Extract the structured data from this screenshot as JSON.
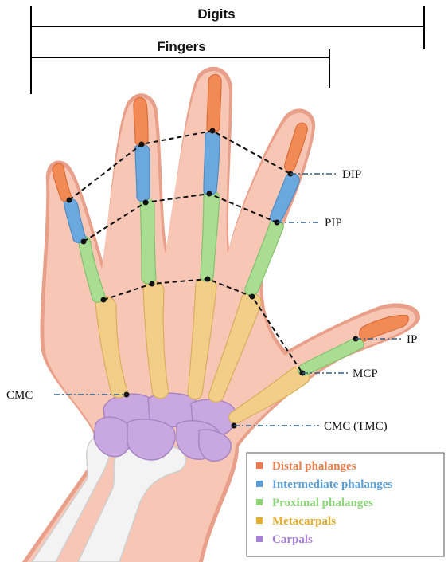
{
  "brackets": {
    "digits": "Digits",
    "fingers": "Fingers"
  },
  "joints": {
    "dip": "DIP",
    "pip": "PIP",
    "ip": "IP",
    "mcp": "MCP",
    "cmc": "CMC",
    "cmc_tmc": "CMC (TMC)"
  },
  "legend": {
    "items": [
      {
        "label": "Distal phalanges",
        "color": "#EE7D4A"
      },
      {
        "label": "Intermediate phalanges",
        "color": "#5C9FD6"
      },
      {
        "label": "Proximal phalanges",
        "color": "#8ED67A"
      },
      {
        "label": "Metacarpals",
        "color": "#E4AD2F"
      },
      {
        "label": "Carpals",
        "color": "#A77FD4"
      }
    ]
  },
  "colors": {
    "skin": "#F7C6B5",
    "skin_edge": "#E9A08A",
    "distal": "#F28A55",
    "intermediate": "#6BA8DE",
    "proximal": "#A9DE92",
    "metacarpal": "#F2CE88",
    "carpal": "#C9A7E0",
    "forearm_bone": "#F3F3F3",
    "joint_dot": "#111111",
    "leader": "#2E5E86"
  }
}
